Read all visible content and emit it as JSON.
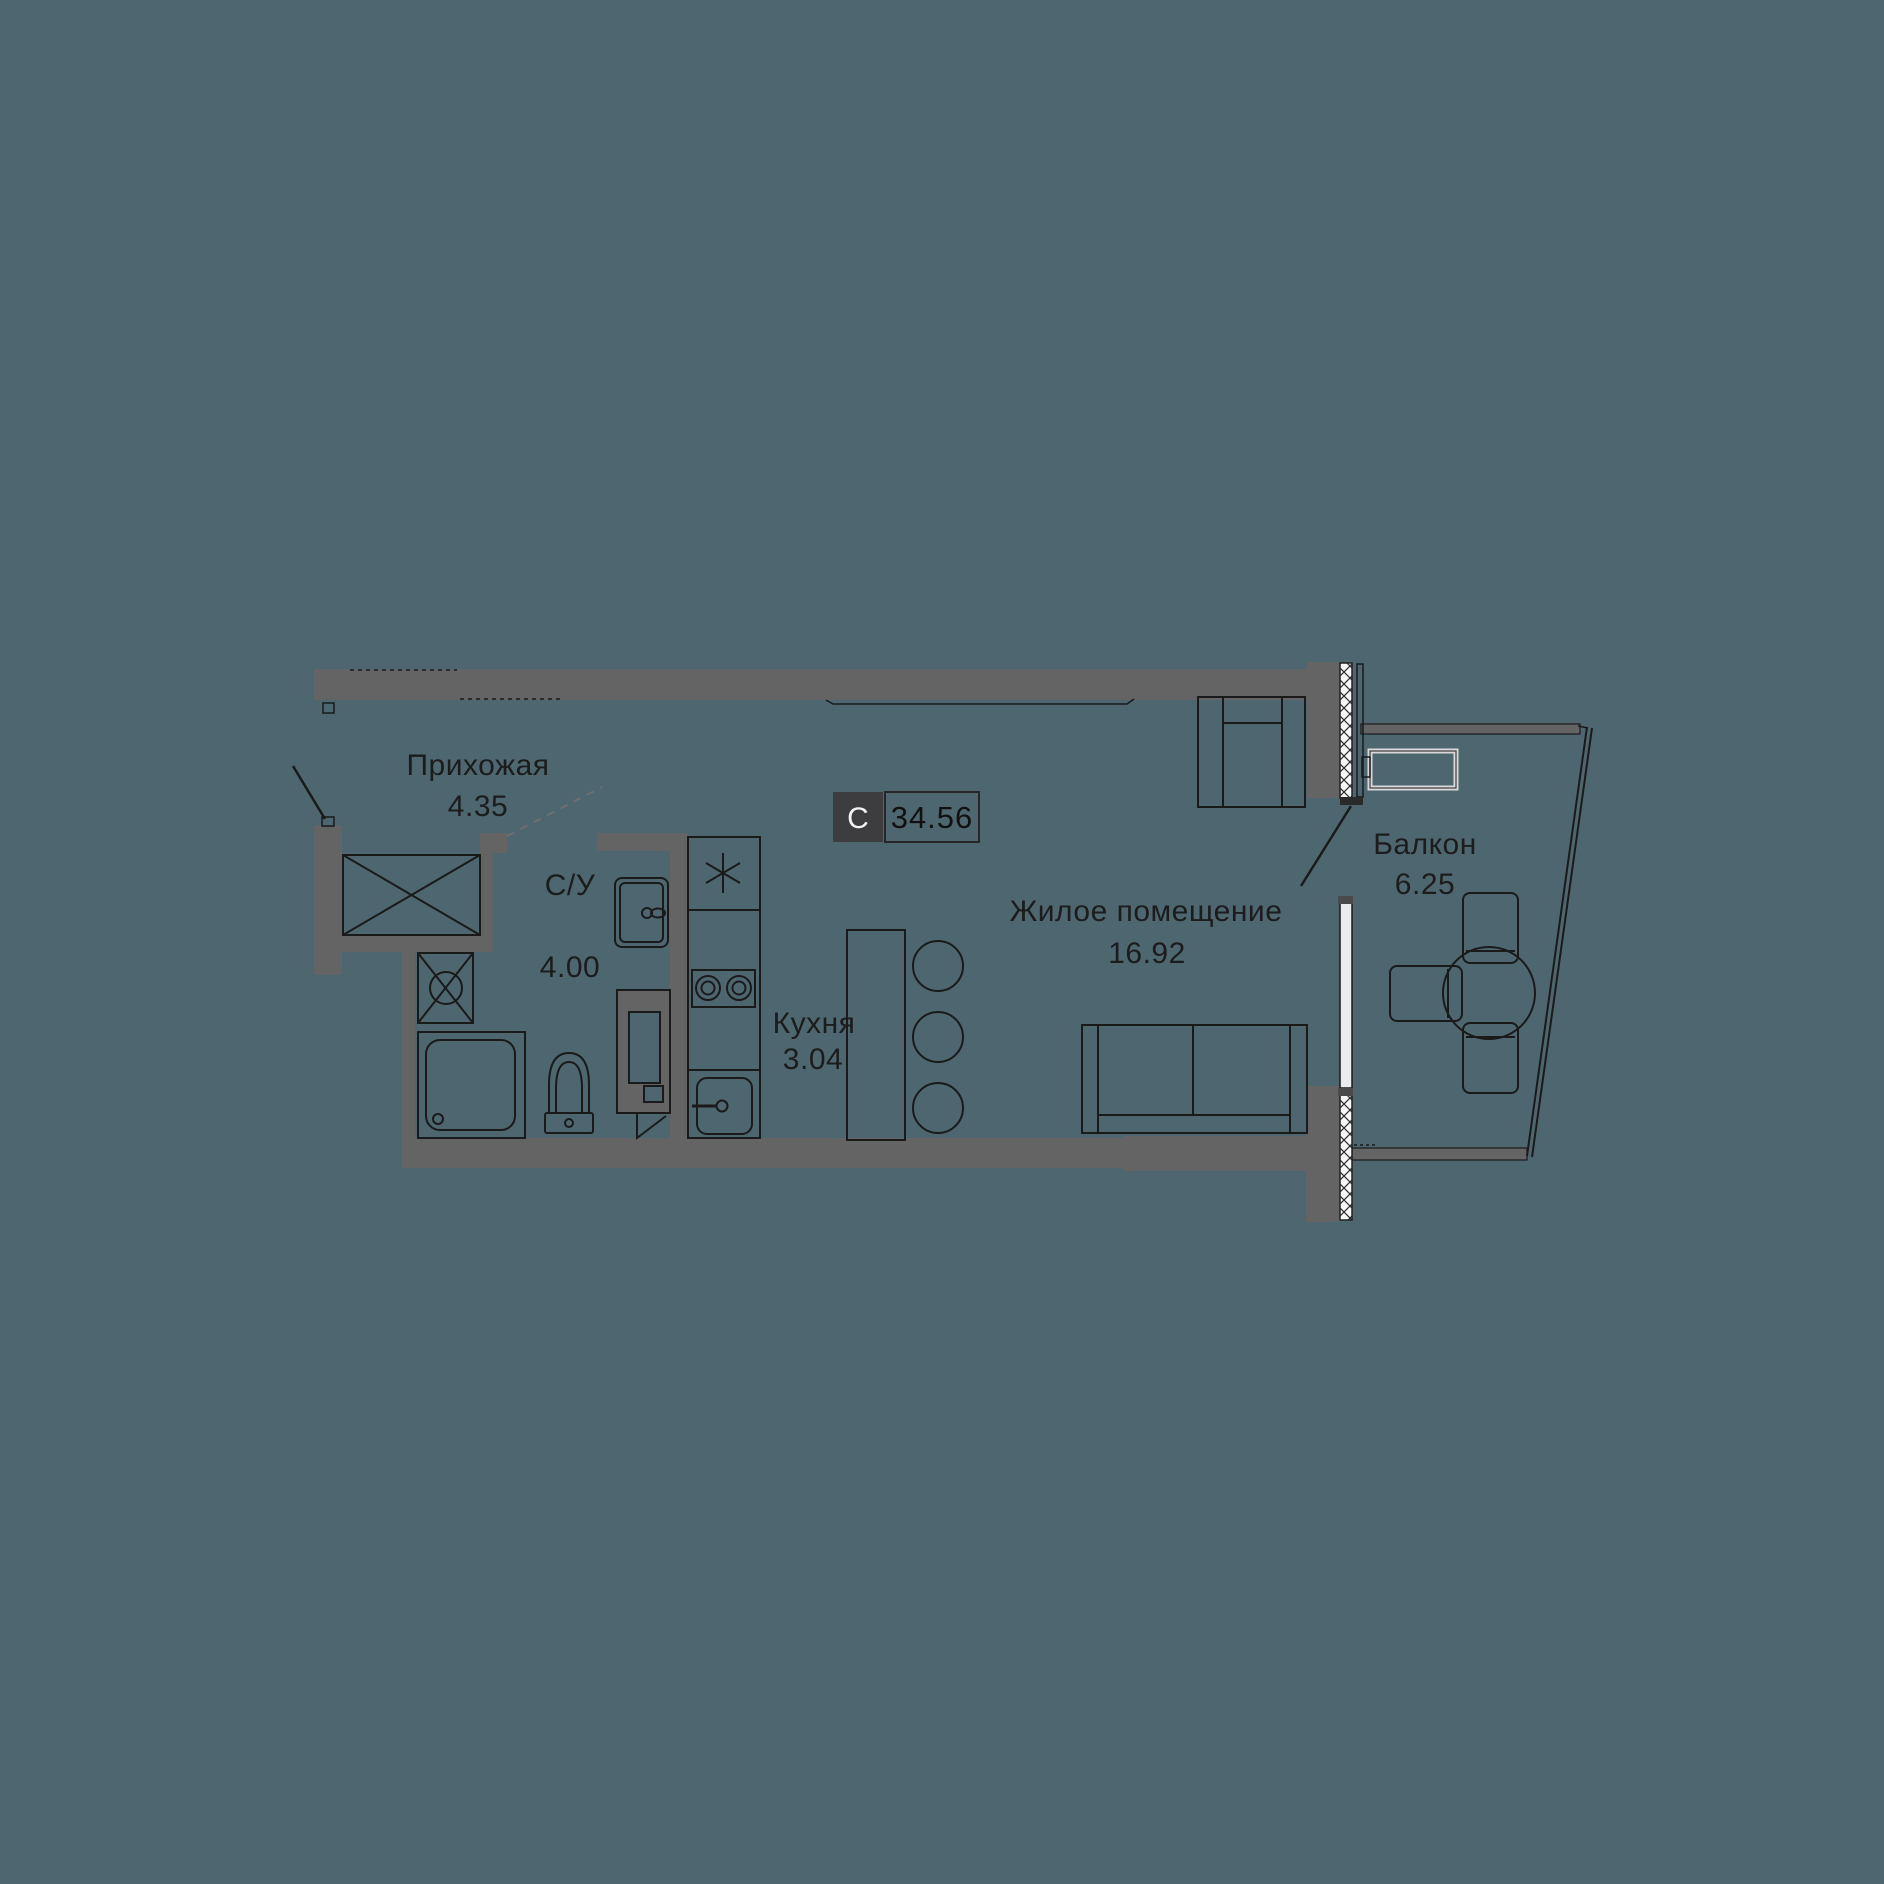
{
  "plan": {
    "badge": {
      "type_label": "С",
      "total_area": "34.56"
    },
    "rooms": [
      {
        "name": "Прихожая",
        "area": "4.35"
      },
      {
        "name": "С/У",
        "area": "4.00"
      },
      {
        "name": "Кухня",
        "area": "3.04"
      },
      {
        "name": "Жилое помещение",
        "area": "16.92"
      },
      {
        "name": "Балкон",
        "area": "6.25"
      }
    ],
    "colors": {
      "background": "#4d6670",
      "wall": "#646464",
      "line": "#1a1a1a",
      "text": "#1c1c1c",
      "badge_dark": "#3d3d40",
      "badge_text": "#f2f2f2",
      "badge_value_border": "#262626",
      "insulation_fill": "#f7f7f7",
      "window_fill": "#e9edee",
      "ac_outline": "#d8d8d8"
    },
    "furniture_icons": [
      "wardrobe-icon",
      "washing-machine-icon",
      "shower-icon",
      "toilet-icon",
      "bathroom-door-icon",
      "duct-shaft",
      "duct-access-door-icon",
      "fridge-icon",
      "stove-icon",
      "kitchen-sink-icon",
      "bar-counter",
      "bar-stool-icon",
      "armchair-icon",
      "sofa-icon",
      "ac-unit-icon",
      "balcony-table-icon",
      "balcony-chair-icon",
      "entrance-door-swing",
      "balcony-door-swing",
      "window"
    ]
  }
}
